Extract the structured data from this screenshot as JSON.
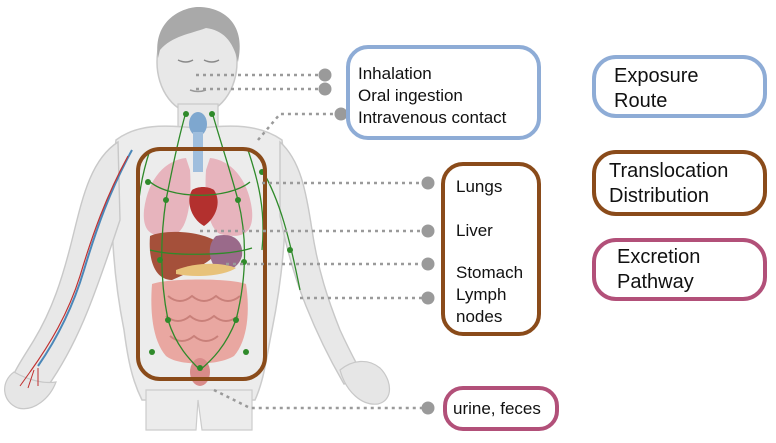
{
  "colors": {
    "exposure": "#8eacd6",
    "distribution": "#8a4b1a",
    "excretion": "#b25079",
    "connector": "#9a9a9a",
    "skin": "#e9e9e9",
    "lymph": "#2f8a2a",
    "vein": "#4b87b8",
    "artery": "#c03030"
  },
  "exposure_box": {
    "lines": [
      "Inhalation",
      "Oral ingestion",
      "Intravenous contact"
    ]
  },
  "distribution_box": {
    "items": [
      "Lungs",
      "Liver",
      "Stomach",
      "Lymph",
      "nodes"
    ]
  },
  "excretion_box": {
    "text": "urine, feces"
  },
  "legend": [
    {
      "lines": [
        "Exposure",
        "Route"
      ]
    },
    {
      "lines": [
        "Translocation",
        "Distribution"
      ]
    },
    {
      "lines": [
        "Excretion",
        "Pathway"
      ]
    }
  ]
}
